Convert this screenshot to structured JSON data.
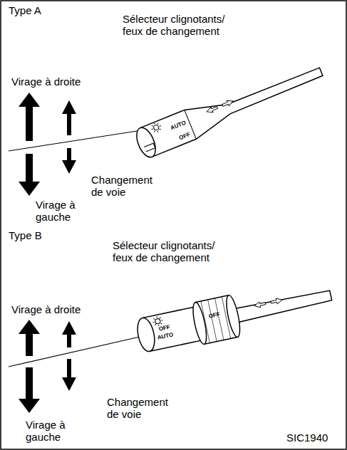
{
  "diagram": {
    "labels": [
      "Type A",
      "Sélecteur clignotants/ feux de changement",
      "Virage à droite",
      "Changement de voie",
      "Virage à gauche",
      "AUTO",
      "OFF",
      "Type B",
      "Sélecteur clignotants/ feux de changement",
      "Virage à droite",
      "Changement de voie",
      "Virage à gauche",
      "OFF",
      "AUTO",
      "OFF",
      "SIC1940"
    ]
  }
}
